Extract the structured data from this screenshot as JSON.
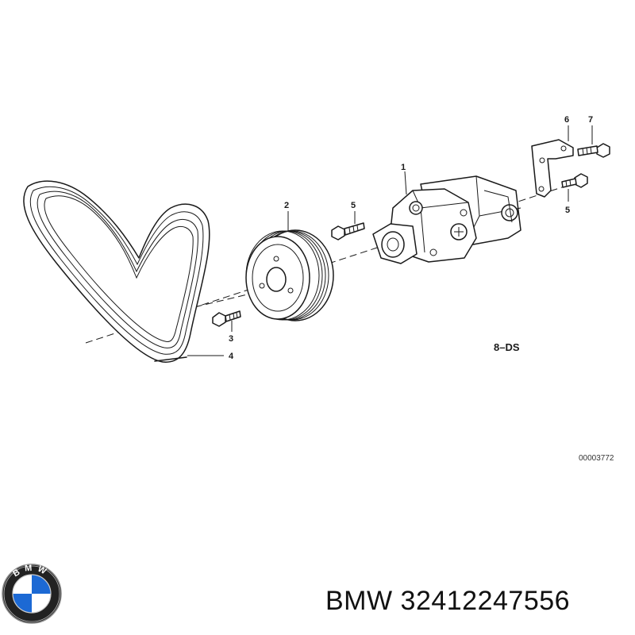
{
  "callouts": {
    "c1": "1",
    "c2": "2",
    "c3": "3",
    "c4": "4",
    "c5a": "5",
    "c5b": "5",
    "c6": "6",
    "c7": "7"
  },
  "model_code": "8–DS",
  "drawing_ref": "00003772",
  "brand": {
    "logo_letters": "BMW",
    "name": "BMW",
    "part_number": "32412247556",
    "colors": {
      "blue": "#1c69d4",
      "ring": "#222222",
      "white": "#ffffff"
    }
  }
}
